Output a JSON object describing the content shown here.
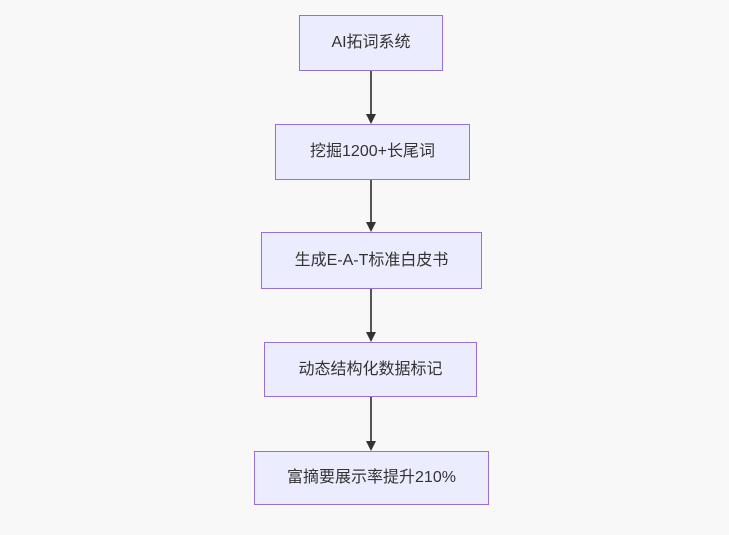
{
  "diagram": {
    "type": "flowchart",
    "direction": "top-down",
    "nodes": [
      {
        "label": "AI拓词系统"
      },
      {
        "label": "挖掘1200+长尾词"
      },
      {
        "label": "生成E-A-T标准白皮书"
      },
      {
        "label": "动态结构化数据标记"
      },
      {
        "label": "富摘要展示率提升210%"
      }
    ],
    "edges": [
      {
        "from": "AI拓词系统",
        "to": "挖掘1200+长尾词",
        "style": "arrow-down"
      },
      {
        "from": "挖掘1200+长尾词",
        "to": "生成E-A-T标准白皮书",
        "style": "arrow-down"
      },
      {
        "from": "生成E-A-T标准白皮书",
        "to": "动态结构化数据标记",
        "style": "arrow-down"
      },
      {
        "from": "动态结构化数据标记",
        "to": "富摘要展示率提升210%",
        "style": "arrow-down"
      }
    ],
    "colors": {
      "background": "#f8f8f8",
      "node_fill": "#ECECFF",
      "node_border": "#9370DB",
      "edge": "#555555",
      "edge_head": "#333333",
      "text": "#333333"
    }
  }
}
